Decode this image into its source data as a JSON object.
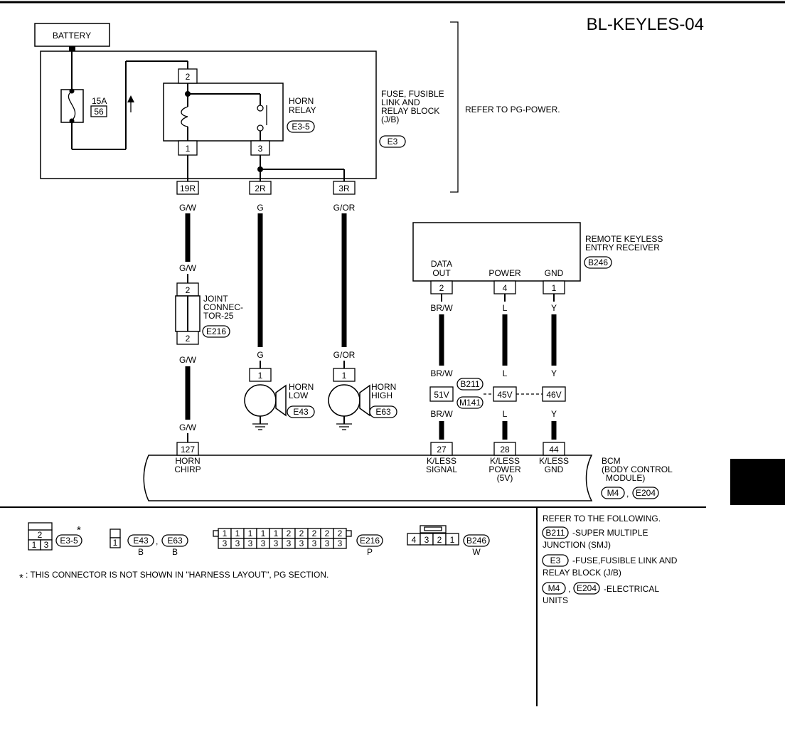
{
  "page_title": "BL-KEYLES-04",
  "battery": "BATTERY",
  "fuse": {
    "amp": "15A",
    "num": "56"
  },
  "horn_relay": {
    "line1": "HORN",
    "line2": "RELAY",
    "connector": "E3-5"
  },
  "jb": {
    "line1": "FUSE, FUSIBLE",
    "line2": "LINK AND",
    "line3": "RELAY BLOCK",
    "line4": "(J/B)",
    "connector": "E3"
  },
  "refer_pg": "REFER TO PG-POWER.",
  "relay_pins": {
    "top": "2",
    "left": "1",
    "right": "3"
  },
  "jb_pins": {
    "a": "19R",
    "b": "2R",
    "c": "3R"
  },
  "wires": {
    "gw": "G/W",
    "g": "G",
    "gor": "G/OR",
    "brw": "BR/W",
    "l": "L",
    "y": "Y"
  },
  "joint": {
    "line1": "JOINT",
    "line2": "CONNEC-",
    "line3": "TOR-25",
    "connector": "E216",
    "pin_top": "2",
    "pin_bottom": "2"
  },
  "horn_low": {
    "line1": "HORN",
    "line2": "LOW",
    "connector": "E43",
    "pin": "1"
  },
  "horn_high": {
    "line1": "HORN",
    "line2": "HIGH",
    "connector": "E63",
    "pin": "1"
  },
  "receiver": {
    "line1": "REMOTE KEYLESS",
    "line2": "ENTRY RECEIVER",
    "connector": "B246",
    "data_out_1": "DATA",
    "data_out_2": "OUT",
    "power": "POWER",
    "gnd": "GND",
    "pin_data": "2",
    "pin_power": "4",
    "pin_gnd": "1"
  },
  "smj": {
    "top": "B211",
    "bottom": "M141",
    "pin1": "51V",
    "pin2": "45V",
    "pin3": "46V"
  },
  "bcm": {
    "line1": "BCM",
    "line2": "(BODY CONTROL",
    "line3": "MODULE)",
    "conn1": "M4",
    "conn2": "E204",
    "sep": ",",
    "pin_horn": "127",
    "horn_1": "HORN",
    "horn_2": "CHIRP",
    "pin_sig": "27",
    "sig_1": "K/LESS",
    "sig_2": "SIGNAL",
    "pin_pow": "28",
    "pow_1": "K/LESS",
    "pow_2": "POWER",
    "pow_3": "(5V)",
    "pin_gnd": "44",
    "gnd_1": "K/LESS",
    "gnd_2": "GND"
  },
  "legend": {
    "e35": {
      "top": "2",
      "b1": "1",
      "b2": "3",
      "label": "E3-5",
      "star": "*"
    },
    "e43e63": {
      "pin": "1",
      "c1": "E43",
      "c2": "E63",
      "sep": ",",
      "col1": "B",
      "col2": "B"
    },
    "e216": {
      "top": [
        "1",
        "1",
        "1",
        "1",
        "1",
        "2",
        "2",
        "2",
        "2",
        "2"
      ],
      "bottom": [
        "3",
        "3",
        "3",
        "3",
        "3",
        "3",
        "3",
        "3",
        "3",
        "3"
      ],
      "label": "E216",
      "color": "P"
    },
    "b246": {
      "pins": [
        "4",
        "3",
        "2",
        "1"
      ],
      "label": "B246",
      "color": "W"
    },
    "footnote_star": "*",
    "footnote": ": THIS CONNECTOR IS NOT SHOWN IN \"HARNESS LAYOUT\", PG SECTION."
  },
  "refer": {
    "title": "REFER TO THE FOLLOWING.",
    "b211": "B211",
    "b211_text": "-SUPER MULTIPLE",
    "b211_text2": "JUNCTION (SMJ)",
    "e3": "E3",
    "e3_text": "-FUSE,FUSIBLE LINK AND",
    "e3_text2": "RELAY BLOCK (J/B)",
    "m4": "M4",
    "sep": ",",
    "e204": "E204",
    "m4_text": "-ELECTRICAL",
    "m4_text2": "UNITS"
  }
}
